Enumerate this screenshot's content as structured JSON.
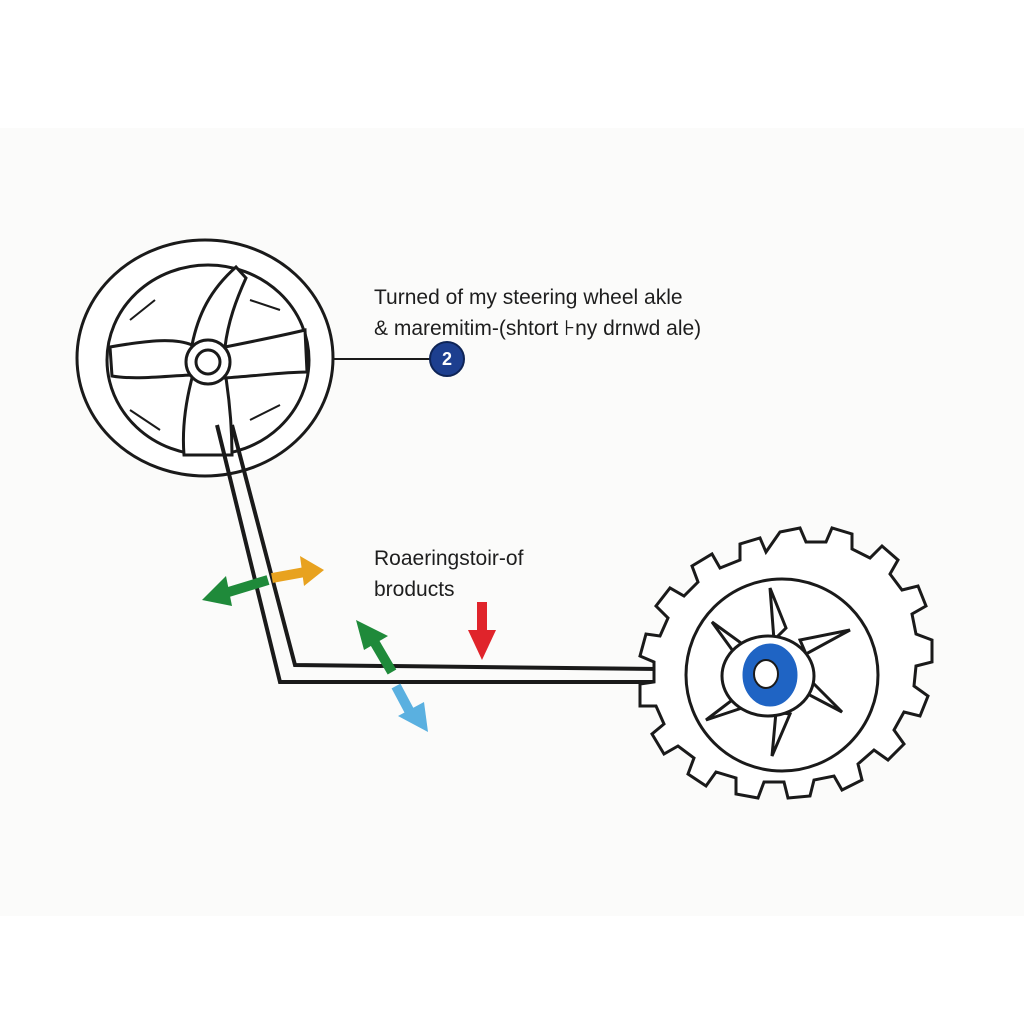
{
  "callout_top": {
    "line1": "Turned of my steering wheel akle",
    "line2": "& maremitim-(shtort ⊦ny drnwd ale)",
    "badge": "2"
  },
  "callout_mid": {
    "line1": "Roaeringstoir-of",
    "line2": "broducts"
  },
  "colors": {
    "badge": "#1d3f8f",
    "arrow_green": "#1f8a3a",
    "arrow_orange": "#e8a21f",
    "arrow_red": "#e0242b",
    "arrow_blue": "#5ab0e0",
    "hub_blue": "#1f64c4",
    "ink": "#1a1a1a"
  },
  "icons": [
    "steering-wheel-icon",
    "gear-wheel-icon"
  ]
}
